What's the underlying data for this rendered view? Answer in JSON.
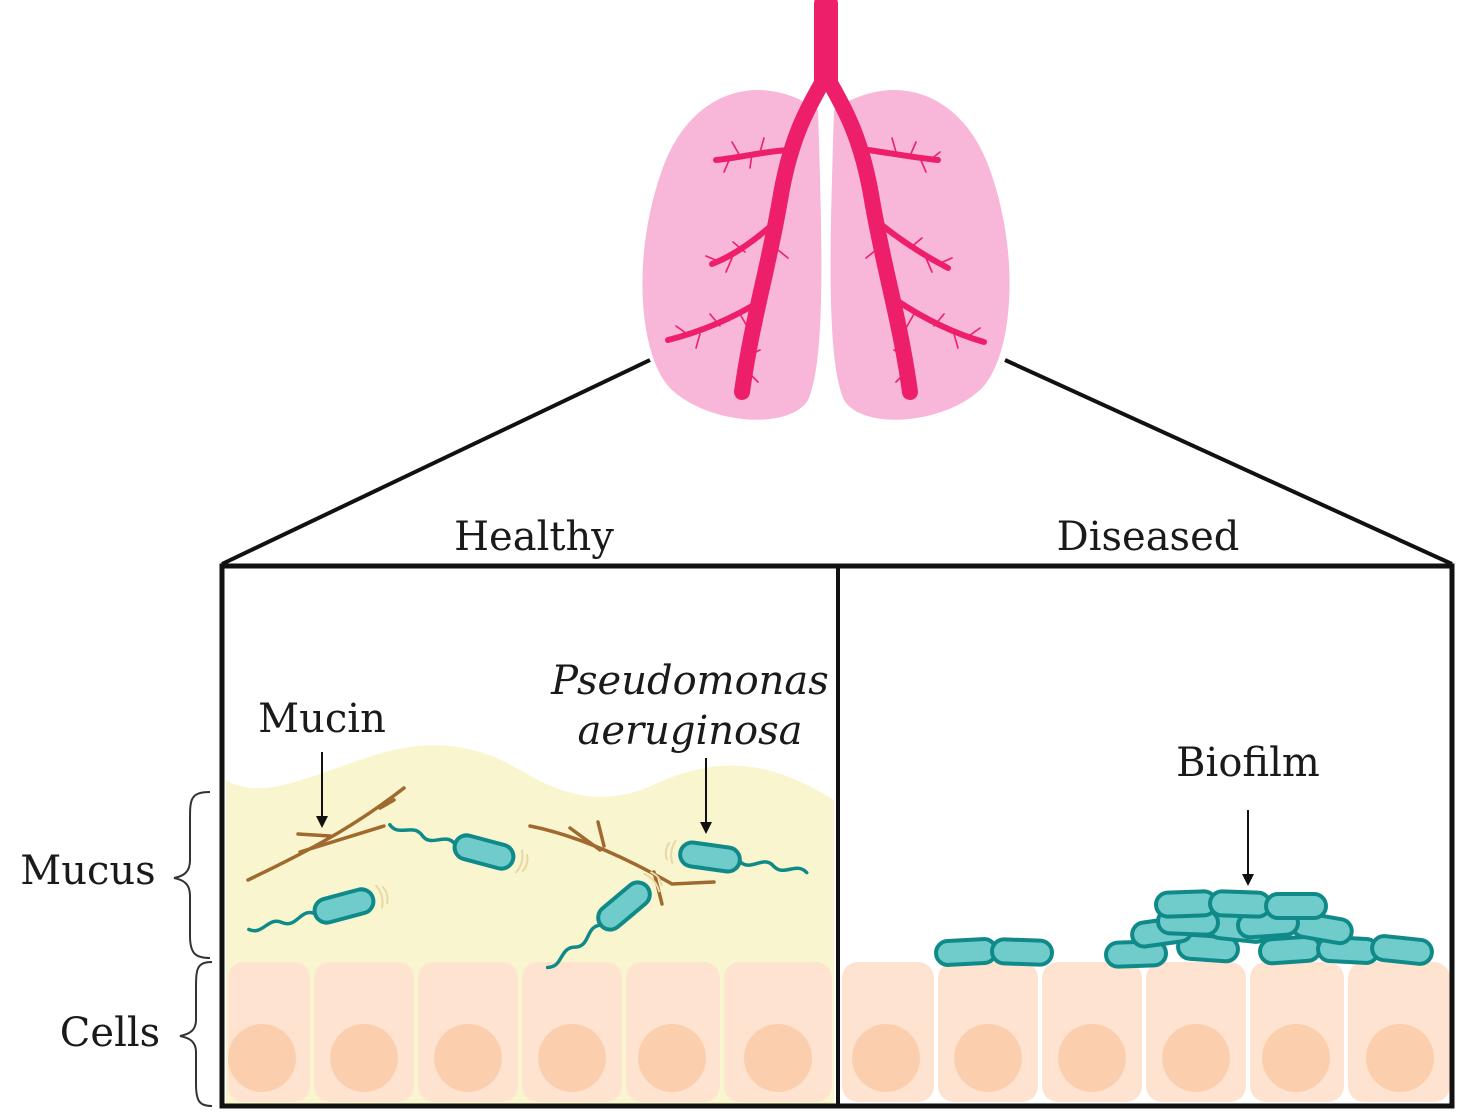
{
  "labels": {
    "healthy": "Healthy",
    "diseased": "Diseased",
    "mucin": "Mucin",
    "pseudomonas_line1": "Pseudomonas",
    "pseudomonas_line2": "aeruginosa",
    "biofilm": "Biofilm",
    "mucus": "Mucus",
    "cells": "Cells"
  },
  "icons": {
    "lungs": "lungs-icon",
    "bacterium": "rod-bacterium-icon",
    "mucin_fiber": "branching-fiber-icon"
  },
  "colors": {
    "lung_fill": "#f8b6d9",
    "airway": "#ee1f6a",
    "mucus": "#f9f6cf",
    "cell_fill": "#fde3d0",
    "nucleus": "#fbcfae",
    "bacterium_fill": "#6fcccb",
    "bacterium_stroke": "#0f8a89",
    "mucin_fiber": "#a0692f",
    "outline": "#111111"
  }
}
